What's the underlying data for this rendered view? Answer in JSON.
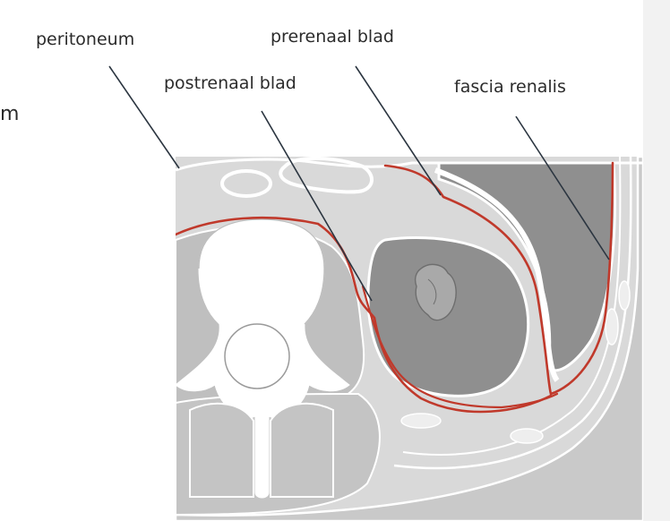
{
  "labels": {
    "peritoneum": "peritoneum",
    "prerenal": "prerenaal blad",
    "postrenal": "postrenaal blad",
    "fascia": "fascia renalis",
    "cut_left": "m"
  },
  "colors": {
    "fascia_line": "#c0392b",
    "tissue_light": "#dcdcdc",
    "tissue_mid": "#bdbdbd",
    "organ_dark": "#8f8f8f",
    "bone": "#ffffff",
    "outline": "#ffffff",
    "leader": "#2b3540",
    "page_shade": "#f2f2f2"
  }
}
